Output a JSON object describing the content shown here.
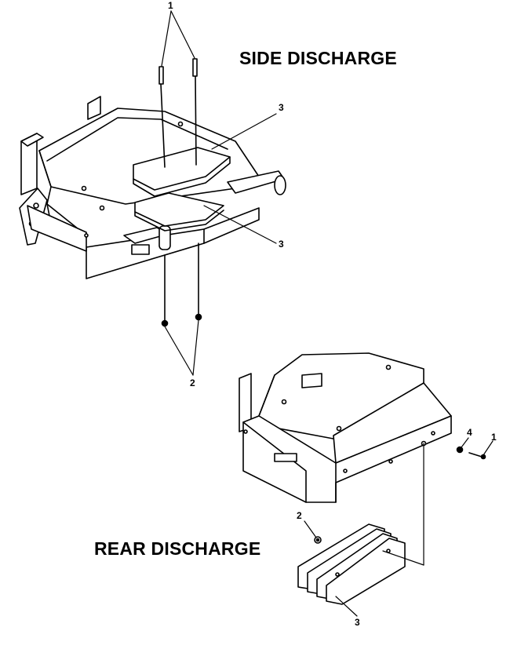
{
  "titles": {
    "side": "SIDE DISCHARGE",
    "rear": "REAR DISCHARGE"
  },
  "callouts": {
    "side_bolts": "1",
    "side_baffle_top": "3",
    "side_baffle_bottom": "3",
    "side_nuts": "2",
    "rear_washer": "4",
    "rear_bolt": "1",
    "rear_nut": "2",
    "rear_baffle": "3"
  },
  "colors": {
    "line": "#000000",
    "background": "#ffffff"
  }
}
